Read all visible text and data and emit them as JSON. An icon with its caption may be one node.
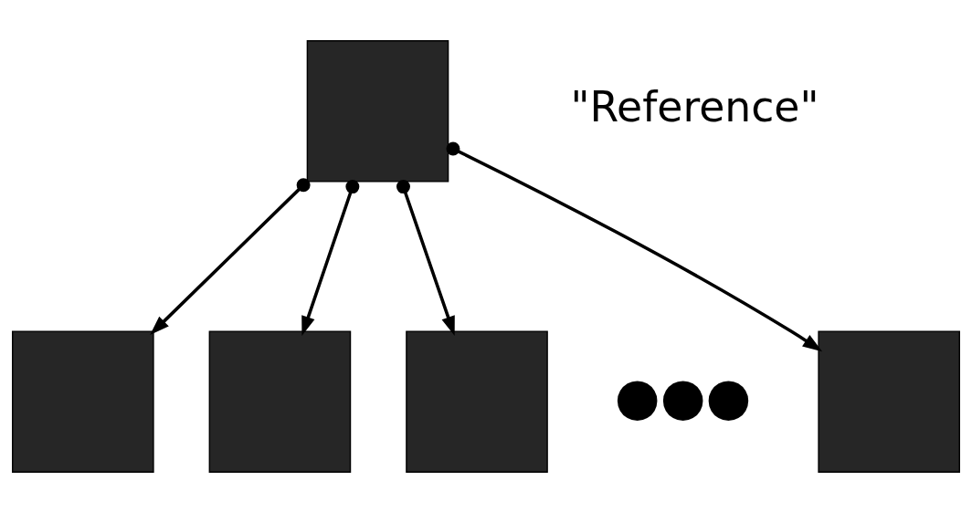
{
  "diagram": {
    "nodes": [
      {
        "text": [],
        "shape": "box",
        "beside": [
          "\"Reference\""
        ]
      },
      {
        "text": [],
        "shape": "box"
      },
      {
        "text": [],
        "shape": "box"
      },
      {
        "text": [],
        "shape": "box"
      },
      {
        "text": [],
        "shape": "box"
      }
    ],
    "edges": [
      {
        "from": 0,
        "to": 1,
        "arrow": "to"
      },
      {
        "from": 0,
        "to": 2,
        "arrow": "to"
      },
      {
        "from": 0,
        "to": 3,
        "arrow": "to"
      },
      {
        "from": 0,
        "to": 4,
        "arrow": "to"
      }
    ],
    "labels": [
      "●●●"
    ]
  }
}
